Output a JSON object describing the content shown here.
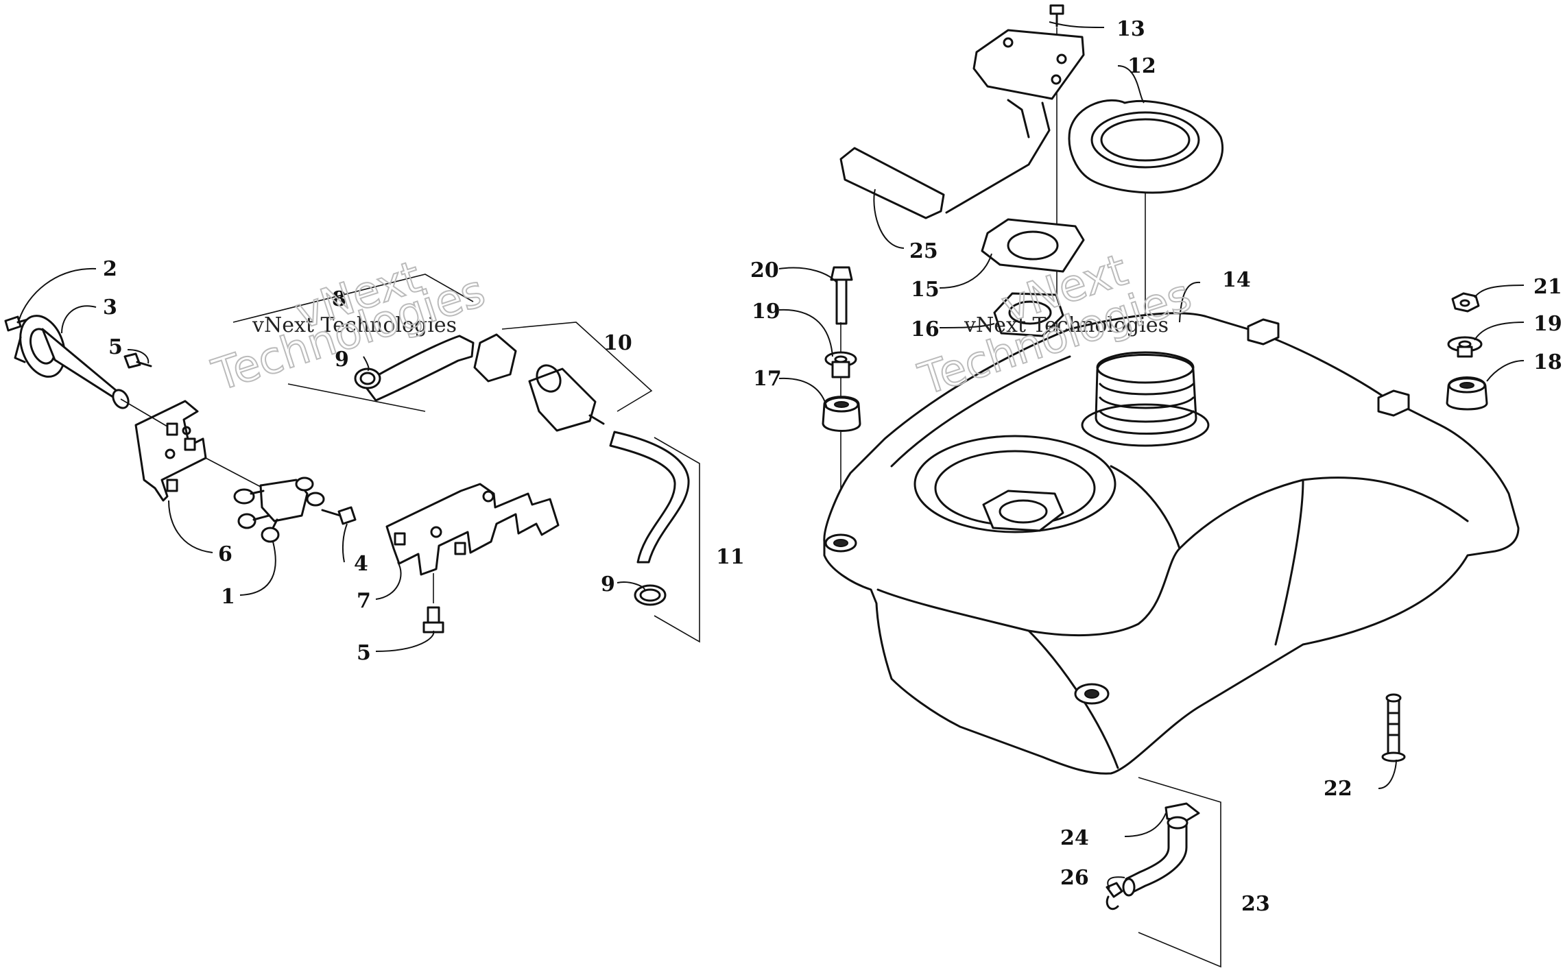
{
  "callouts": [
    {
      "label": "2"
    },
    {
      "label": "3"
    },
    {
      "label": "5"
    },
    {
      "label": "6"
    },
    {
      "label": "1"
    },
    {
      "label": "4"
    },
    {
      "label": "8"
    },
    {
      "label": "9"
    },
    {
      "label": "10"
    },
    {
      "label": "7"
    },
    {
      "label": "5"
    },
    {
      "label": "11"
    },
    {
      "label": "9"
    },
    {
      "label": "13"
    },
    {
      "label": "12"
    },
    {
      "label": "25"
    },
    {
      "label": "15"
    },
    {
      "label": "16"
    },
    {
      "label": "14"
    },
    {
      "label": "20"
    },
    {
      "label": "19"
    },
    {
      "label": "17"
    },
    {
      "label": "21"
    },
    {
      "label": "19"
    },
    {
      "label": "18"
    },
    {
      "label": "22"
    },
    {
      "label": "24"
    },
    {
      "label": "26"
    },
    {
      "label": "23"
    }
  ],
  "watermarks": [
    {
      "text": "vNext Technologies"
    },
    {
      "text": "vNext"
    },
    {
      "text": "Technologies"
    },
    {
      "text": "vNext Technologies"
    },
    {
      "text": "vNext"
    },
    {
      "text": "Technologies"
    }
  ]
}
